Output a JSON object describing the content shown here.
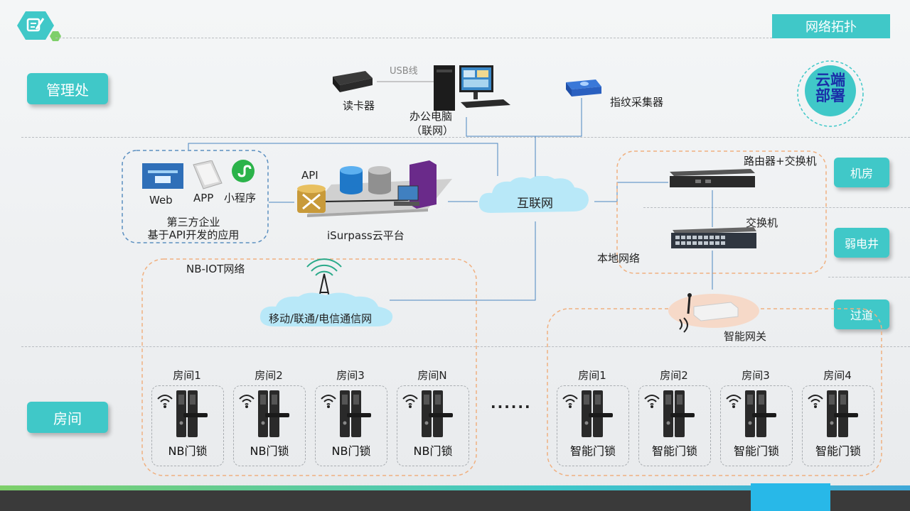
{
  "header": {
    "title": "网络拓扑",
    "badge": "云端部署"
  },
  "zones": {
    "management": "管理处",
    "machine_room": "机房",
    "weak_well": "弱电井",
    "corridor": "过道",
    "room": "房间"
  },
  "devices": {
    "card_reader": "读卡器",
    "usb_line": "USB线",
    "office_pc_line1": "办公电脑",
    "office_pc_line2": "（联网）",
    "fingerprint": "指纹采集器",
    "internet": "互联网",
    "router": "路由器+交换机",
    "switch": "交换机",
    "local_net": "本地网络",
    "gateway": "智能网关",
    "api": "API",
    "platform": "iSurpass云平台",
    "nbiot": "NB-IOT网络",
    "carrier": "移动/联通/电信通信网"
  },
  "third_party": {
    "web": "Web",
    "app": "APP",
    "mini": "小程序",
    "line1": "第三方企业",
    "line2": "基于API开发的应用"
  },
  "ellipsis": "......",
  "nb_rooms": [
    {
      "name": "房间1",
      "lock": "NB门锁"
    },
    {
      "name": "房间2",
      "lock": "NB门锁"
    },
    {
      "name": "房间3",
      "lock": "NB门锁"
    },
    {
      "name": "房间N",
      "lock": "NB门锁"
    }
  ],
  "smart_rooms": [
    {
      "name": "房间1",
      "lock": "智能门锁"
    },
    {
      "name": "房间2",
      "lock": "智能门锁"
    },
    {
      "name": "房间3",
      "lock": "智能门锁"
    },
    {
      "name": "房间4",
      "lock": "智能门锁"
    }
  ],
  "colors": {
    "accent": "#40c8c8",
    "orange_border": "#f0b080",
    "blue_border": "#5b8fc0",
    "cloud": "#b8e8f8"
  }
}
